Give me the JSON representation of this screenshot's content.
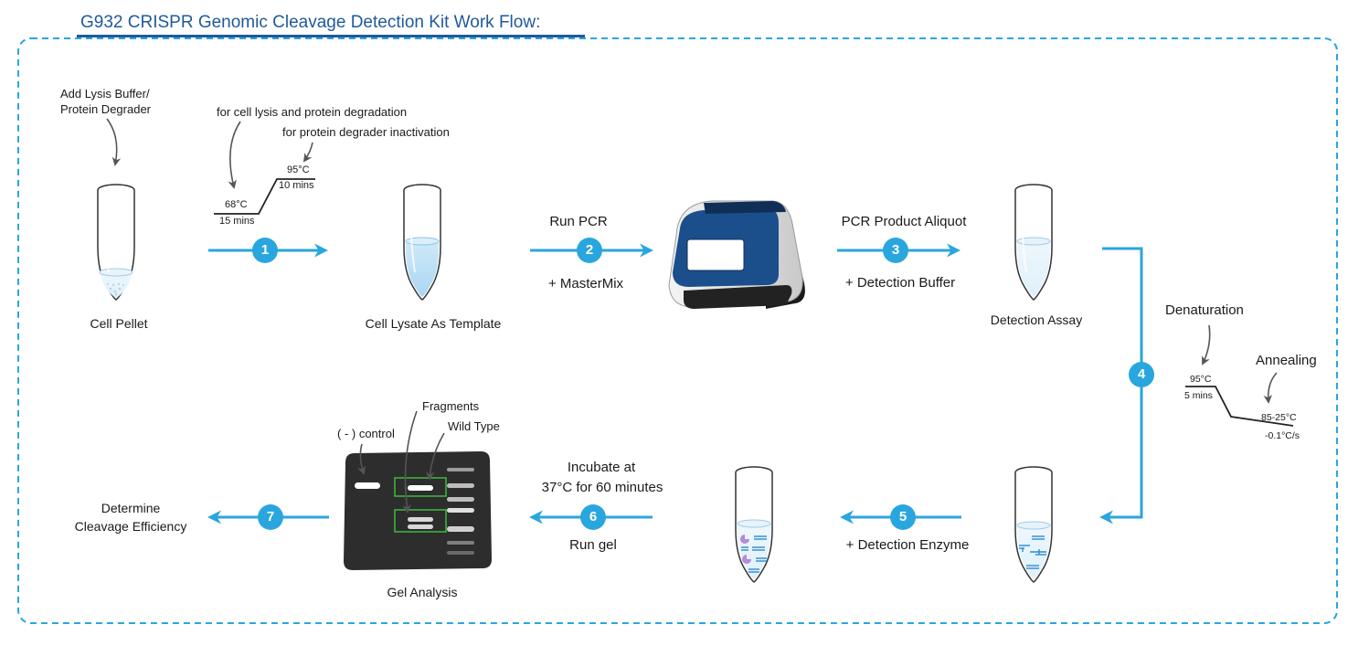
{
  "title": "G932 CRISPR Genomic Cleavage Detection Kit Work Flow:",
  "colors": {
    "accent_blue": "#2aa6df",
    "title_blue": "#1f5a9a",
    "border_dash": "#2aa6df",
    "highlight_green": "#3dbb3d",
    "machine_blue": "#1b4f8c",
    "gel_dark": "#2d2d2d"
  },
  "steps": {
    "s1": {
      "number": "1"
    },
    "s2": {
      "number": "2",
      "above": "Run PCR",
      "below": "+ MasterMix"
    },
    "s3": {
      "number": "3",
      "above": "PCR Product Aliquot",
      "below": "+ Detection Buffer"
    },
    "s4": {
      "number": "4"
    },
    "s5": {
      "number": "5",
      "below": "+ Detection Enzyme"
    },
    "s6": {
      "number": "6",
      "above_line1": "Incubate at",
      "above_line2": "37°C for 60 minutes",
      "below": "Run gel"
    },
    "s7": {
      "number": "7"
    }
  },
  "nodes": {
    "cell_pellet": {
      "label": "Cell Pellet",
      "input_line1": "Add Lysis Buffer/",
      "input_line2": "Protein Degrader"
    },
    "cell_lysate": {
      "label": "Cell Lysate As Template"
    },
    "detection_assay": {
      "label": "Detection Assay"
    },
    "gel": {
      "label": "Gel Analysis",
      "neg_control": "( - ) control",
      "fragments": "Fragments",
      "wild_type": "Wild Type"
    },
    "determine": {
      "line1": "Determine",
      "line2": "Cleavage Efficiency"
    }
  },
  "lysis_profile": {
    "note1": "for cell lysis and protein degradation",
    "note2": "for protein degrader inactivation",
    "low_temp": "68°C",
    "low_time": "15 mins",
    "high_temp": "95°C",
    "high_time": "10 mins"
  },
  "anneal_profile": {
    "denaturation": "Denaturation",
    "annealing": "Annealing",
    "high_temp": "95°C",
    "high_time": "5 mins",
    "range": "85-25°C",
    "rate": "-0.1°C/s"
  }
}
